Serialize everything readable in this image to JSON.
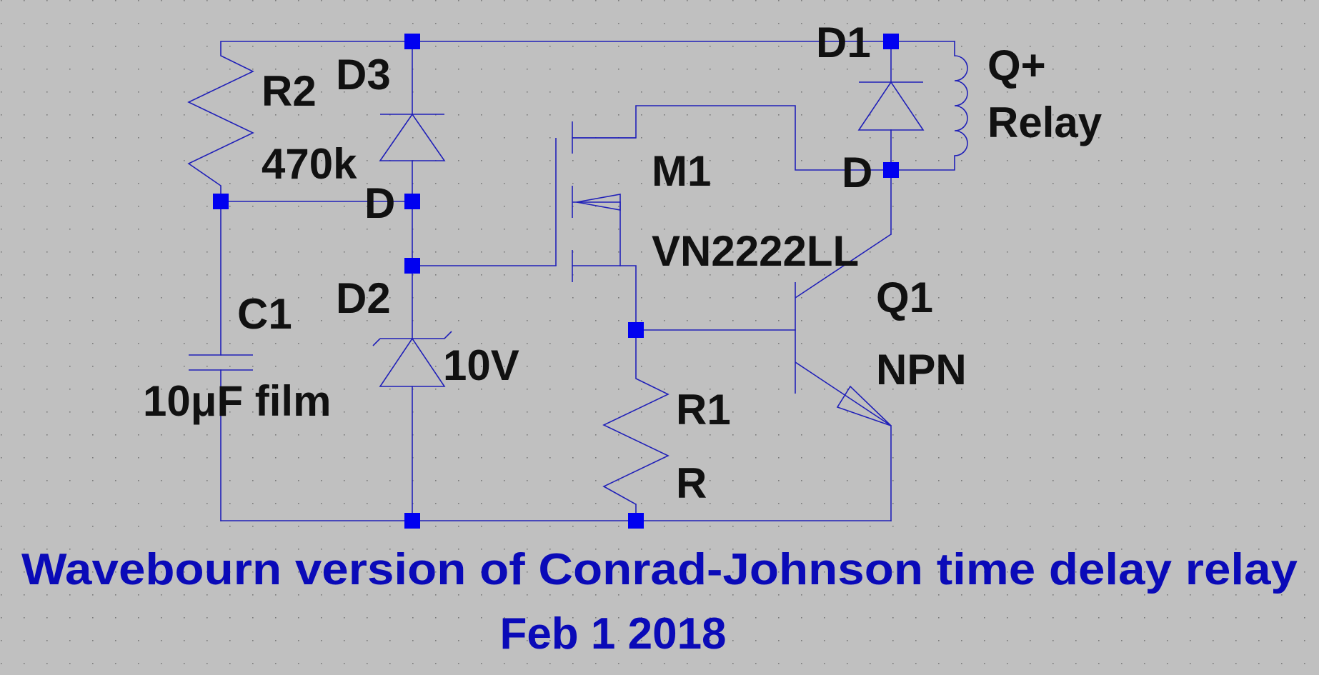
{
  "colors": {
    "background": "#c0c0c0",
    "grid_dot": "#7a7a7a",
    "wire": "#2121b8",
    "junction": "#0000f0",
    "component_label": "#111111",
    "annotation": "#0a0ab8"
  },
  "components": {
    "r2": {
      "name": "R2",
      "value": "470k"
    },
    "d3": {
      "name": "D3",
      "value": "D"
    },
    "d1": {
      "name": "D1",
      "value": "D"
    },
    "relay": {
      "name": "Q+",
      "value": "Relay"
    },
    "m1": {
      "name": "M1",
      "value": "VN2222LL"
    },
    "c1": {
      "name": "C1",
      "value": "10μF film"
    },
    "d2": {
      "name": "D2",
      "value": "10V"
    },
    "q1": {
      "name": "Q1",
      "value": "NPN"
    },
    "r1": {
      "name": "R1",
      "value": "R"
    }
  },
  "annotation": {
    "line1": "Wavebourn version of Conrad-Johnson time delay relay",
    "line2": "Feb 1 2018"
  }
}
